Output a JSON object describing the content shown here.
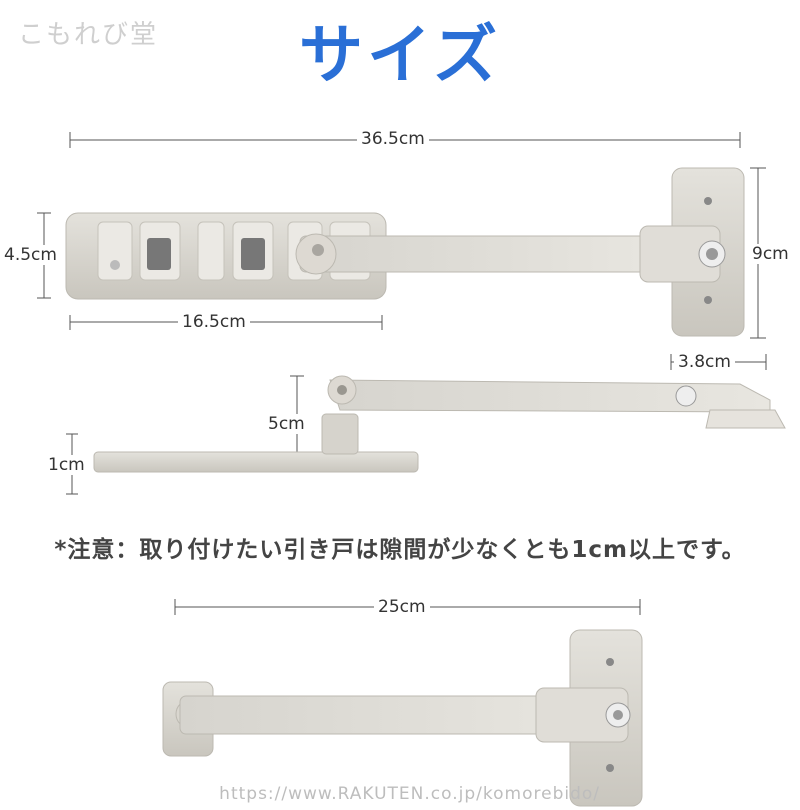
{
  "header": {
    "brand": "こもれび堂",
    "title": "サイズ"
  },
  "dimensions": {
    "total_width": "36.5cm",
    "body_height": "4.5cm",
    "body_width": "16.5cm",
    "bracket_height": "9cm",
    "bracket_depth": "3.8cm",
    "arm_height": "5cm",
    "base_thickness": "1cm",
    "arm_length": "25cm"
  },
  "note": "*注意：取り付けたい引き戸は隙間が少なくとも1cm以上です。",
  "footer": {
    "url": "https://www.RAKUTEN.co.jp/komorebido/"
  },
  "colors": {
    "title": "#2a6fd6",
    "product": "#d9d7d1",
    "product_shadow": "#b9b6ae"
  }
}
